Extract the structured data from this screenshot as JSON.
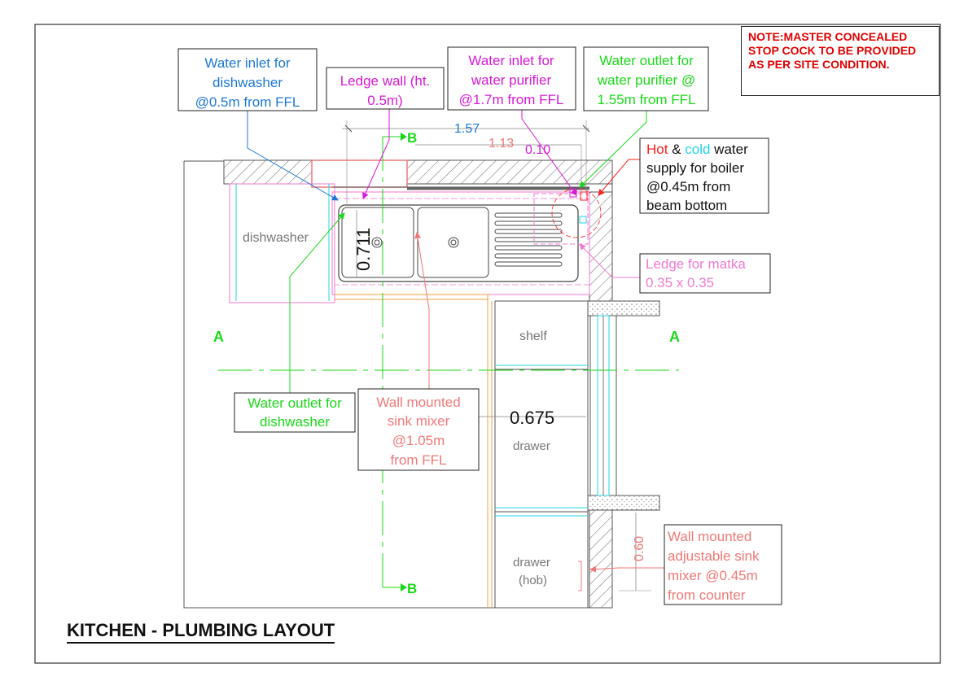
{
  "note": "NOTE:MASTER CONCEALED STOP COCK TO BE PROVIDED AS PER SITE CONDITION.",
  "title": "KITCHEN - PLUMBING LAYOUT",
  "callouts": {
    "dw_inlet": [
      "Water inlet for",
      "dishwasher",
      "@0.5m from FFL"
    ],
    "ledge_wall": [
      "Ledge wall (ht.",
      "0.5m)"
    ],
    "wp_inlet": [
      "Water inlet for",
      "water purifier",
      "@1.7m from FFL"
    ],
    "wp_outlet": [
      "Water outlet for",
      "water purifier @",
      "1.55m from FFL"
    ],
    "boiler_hot": "Hot",
    "boiler_amp": " & ",
    "boiler_cold": "cold",
    "boiler_water": " water",
    "boiler_rest": [
      "supply for boiler",
      "@0.45m from",
      "beam bottom"
    ],
    "matka": [
      "Ledge for matka",
      "0.35 x 0.35"
    ],
    "dw_outlet": [
      "Water outlet for",
      "dishwasher"
    ],
    "sink_mixer": [
      "Wall mounted",
      "sink mixer",
      "@1.05m",
      "from FFL"
    ],
    "adj_mixer": [
      "Wall mounted",
      "adjustable sink",
      "mixer @0.45m",
      "from counter"
    ]
  },
  "dimensions": {
    "d157": "1.57",
    "d113": "1.13",
    "d010": "0.10",
    "d0711": "0.711",
    "d0675": "0.675",
    "d060": "0.60"
  },
  "rooms": {
    "dishwasher": "dishwasher",
    "shelf": "shelf",
    "drawer": "drawer",
    "drawer2": "drawer",
    "hob": "(hob)"
  },
  "section_marks": {
    "A": "A",
    "B": "B"
  },
  "colors": {
    "blue": "#1e78d6",
    "magenta": "#d61ad6",
    "green": "#19d819",
    "red": "#ff2020",
    "salmon": "#f07878",
    "pink": "#f07ad0",
    "cyan": "#22d4e8",
    "orange": "#f0a040",
    "wall": "#555555"
  }
}
